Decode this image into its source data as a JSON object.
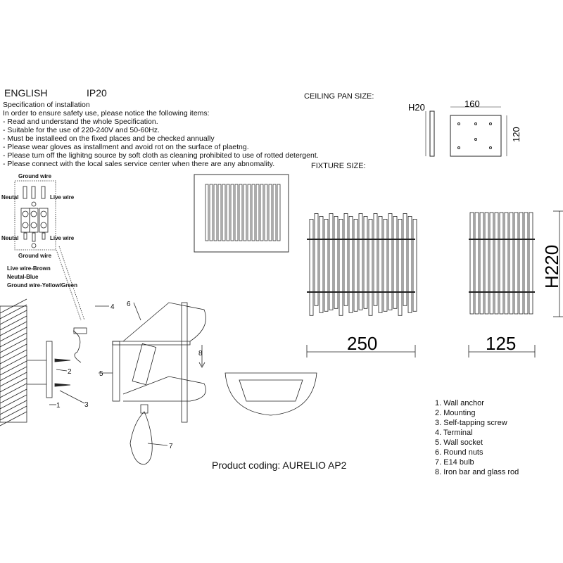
{
  "header": {
    "language": "ENGLISH",
    "ip_rating": "IP20"
  },
  "spec": {
    "title": "Specification of installation",
    "lines": [
      "In order to ensure safety use, please notice the following items:",
      "- Read and understand the whole Specification.",
      "- Suitable for the use of 220-240V and 50-60Hz.",
      "- Must be installeed on the fixed places and be checked annually",
      "- Please wear gloves as installment and avoid rot on the surface of plaetng.",
      "- Please tum off the lighitng source by soft cloth as cleaning prohibited to use of rotted detergent.",
      "- Please connect with the local sales service center when there are any abnomality."
    ]
  },
  "ceiling_pan": {
    "label": "CEILING PAN  SIZE:",
    "height": "H20",
    "width": "160",
    "depth": "120"
  },
  "fixture": {
    "label": "FIXTURE SIZE:",
    "width": "250",
    "depth": "125",
    "height": "H220"
  },
  "wiring": {
    "ground_top": "Ground wire",
    "neutral_top": "Neutal",
    "live_top": "Live wire",
    "neutral_bottom": "Neutal",
    "live_bottom": "Live wire",
    "ground_bottom": "Ground wire",
    "colors": [
      "Live wire-Brown",
      "Neutal-Blue",
      "Ground wire-Yellow/Green"
    ]
  },
  "callouts": [
    "1",
    "2",
    "3",
    "4",
    "5",
    "6",
    "7",
    "8"
  ],
  "product_coding": "Product coding: AURELIO AP2",
  "parts": [
    "1. Wall anchor",
    "2. Mounting",
    "3. Self-tapping screw",
    "4. Terminal",
    "5. Wall socket",
    "6. Round nuts",
    "7. E14 bulb",
    "8. Iron bar and glass rod"
  ]
}
